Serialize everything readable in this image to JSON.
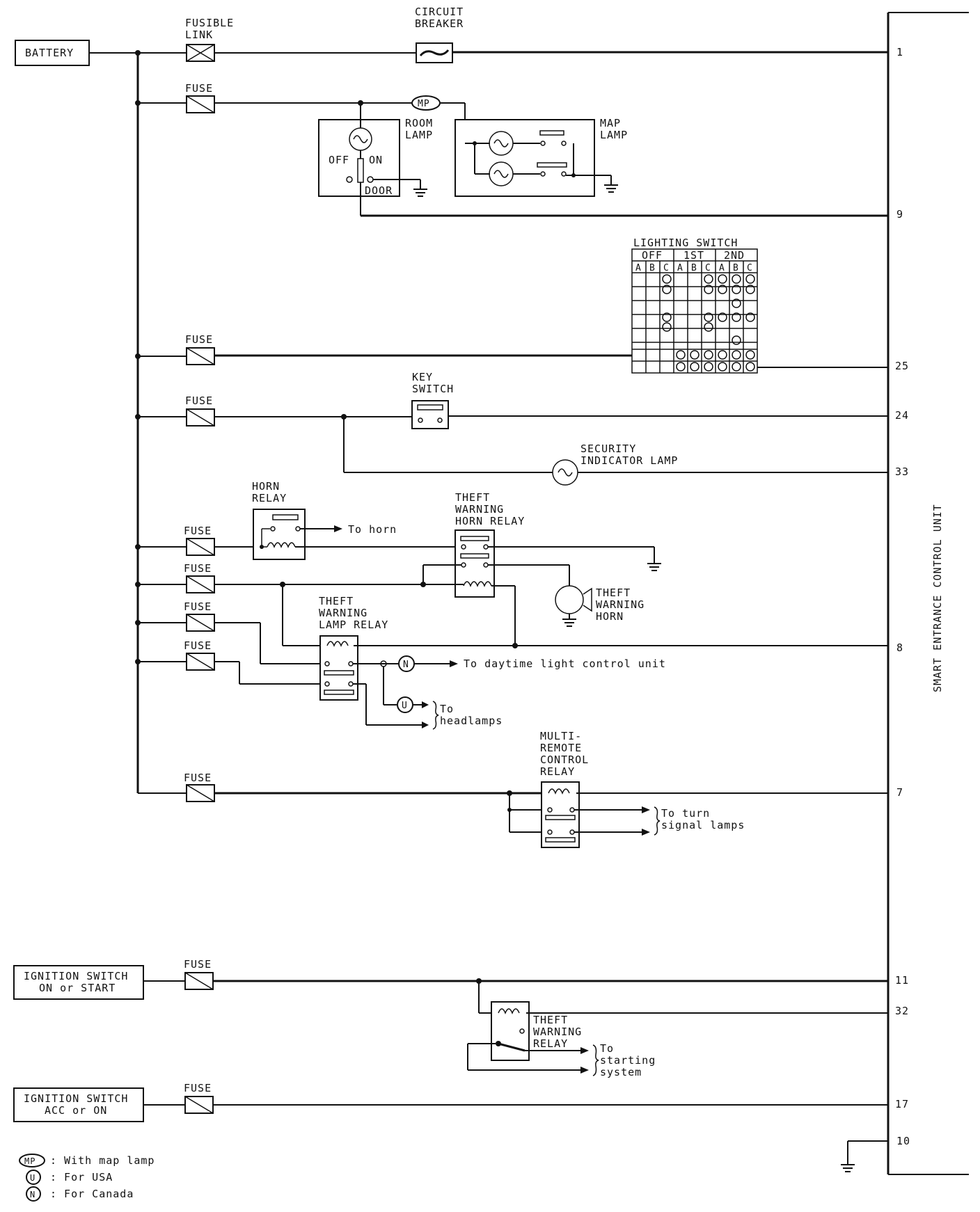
{
  "diagram": {
    "sources": {
      "battery": "BATTERY",
      "ign_on_line1": "IGNITION SWITCH",
      "ign_on_line2": "ON or START",
      "ign_acc_line1": "IGNITION SWITCH",
      "ign_acc_line2": "ACC or ON"
    },
    "components": {
      "fusible_link_line1": "FUSIBLE",
      "fusible_link_line2": "LINK",
      "circuit_breaker_line1": "CIRCUIT",
      "circuit_breaker_line2": "BREAKER",
      "fuse": "FUSE",
      "room_lamp_line1": "ROOM",
      "room_lamp_line2": "LAMP",
      "room_off": "OFF",
      "room_on": "ON",
      "room_door": "DOOR",
      "map_lamp_line1": "MAP",
      "map_lamp_line2": "LAMP",
      "mp_badge": "MP",
      "lighting_switch_title": "LIGHTING SWITCH",
      "ls_off": "OFF",
      "ls_1st": "1ST",
      "ls_2nd": "2ND",
      "ls_cols": [
        "A",
        "B",
        "C",
        "A",
        "B",
        "C",
        "A",
        "B",
        "C"
      ],
      "key_switch_line1": "KEY",
      "key_switch_line2": "SWITCH",
      "security_lamp_line1": "SECURITY",
      "security_lamp_line2": "INDICATOR LAMP",
      "horn_relay_line1": "HORN",
      "horn_relay_line2": "RELAY",
      "to_horn": "To horn",
      "twhr_line1": "THEFT",
      "twhr_line2": "WARNING",
      "twhr_line3": "HORN RELAY",
      "twhorn_line1": "THEFT",
      "twhorn_line2": "WARNING",
      "twhorn_line3": "HORN",
      "twlr_line1": "THEFT",
      "twlr_line2": "WARNING",
      "twlr_line3": "LAMP RELAY",
      "n_badge": "N",
      "u_badge": "U",
      "to_daytime": "To daytime light control unit",
      "to_headlamps_line1": "To",
      "to_headlamps_line2": "headlamps",
      "mrcr_line1": "MULTI-",
      "mrcr_line2": "REMOTE",
      "mrcr_line3": "CONTROL",
      "mrcr_line4": "RELAY",
      "to_turn_line1": "To turn",
      "to_turn_line2": "signal lamps",
      "twr_line1": "THEFT",
      "twr_line2": "WARNING",
      "twr_line3": "RELAY",
      "to_start_line1": "To",
      "to_start_line2": "starting",
      "to_start_line3": "system"
    },
    "control_unit": "SMART ENTRANCE CONTROL UNIT",
    "pins": [
      "1",
      "9",
      "25",
      "24",
      "33",
      "8",
      "7",
      "11",
      "32",
      "17",
      "10"
    ],
    "legend": [
      {
        "badge": "MP",
        "text": ": With map lamp"
      },
      {
        "badge": "U",
        "text": ": For USA"
      },
      {
        "badge": "N",
        "text": ": For Canada"
      }
    ]
  }
}
